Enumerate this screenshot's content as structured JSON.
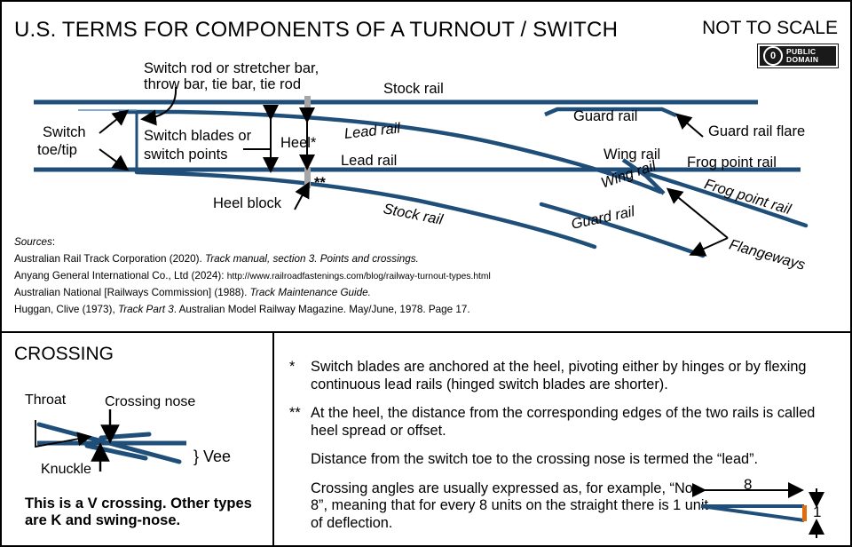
{
  "header": {
    "title": "U.S. TERMS FOR COMPONENTS OF A TURNOUT / SWITCH",
    "not_to_scale": "NOT TO SCALE",
    "badge": {
      "mark": "0",
      "line1": "PUBLIC",
      "line2": "DOMAIN"
    }
  },
  "colors": {
    "rail": "#1F4E79",
    "rail_light": "#2E6CA4",
    "heel_block": "#A6A6A6",
    "deflection_mark": "#E06C12",
    "border": "#000000"
  },
  "diagram_labels": {
    "switch_rod": "Switch rod or stretcher bar,",
    "switch_rod2": "throw bar, tie bar, tie rod",
    "stock_rail_top": "Stock rail",
    "switch_toe": "Switch",
    "switch_toe2": "toe/tip",
    "switch_blades": "Switch blades or",
    "switch_blades2": "switch points",
    "heel": "Heel*",
    "lead_rail_upper": "Lead rail",
    "lead_rail_lower": "Lead rail",
    "double_star": "**",
    "heel_block": "Heel block",
    "stock_rail_diverging": "Stock rail",
    "guard_rail_top": "Guard rail",
    "guard_rail_flare": "Guard rail flare",
    "wing_rail_upper": "Wing rail",
    "wing_rail_lower": "Wing rail",
    "frog_point_rail_straight": "Frog point rail",
    "frog_point_rail_diverging": "Frog point rail",
    "guard_rail_bottom": "Guard rail",
    "flangeways": "Flangeways"
  },
  "sources": {
    "heading": "Sources",
    "entries": [
      {
        "pre": "Australian Rail Track Corporation (2020). ",
        "it": "Track manual, section 3. Points and crossings.",
        "post": ""
      },
      {
        "pre": "Anyang General International Co., Ltd (2024): ",
        "url": "http://www.railroadfastenings.com/blog/railway-turnout-types.html",
        "post": ""
      },
      {
        "pre": "Australian National [Railways Commission] (1988). ",
        "it": "Track Maintenance Guide.",
        "post": ""
      },
      {
        "pre": "Huggan, Clive (1973), ",
        "it": "Track Part 3",
        "post": ". Australian Model Railway Magazine. May/June, 1978. Page 17."
      }
    ]
  },
  "crossing_panel": {
    "title": "CROSSING",
    "throat": "Throat",
    "crossing_nose": "Crossing nose",
    "knuckle": "Knuckle",
    "vee": "} Vee",
    "caption": "This is a V crossing. Other types are K and swing-nose."
  },
  "notes_panel": {
    "note1_marker": "*",
    "note1": "Switch blades are anchored at the heel, pivoting either by hinges or by flexing continuous lead rails (hinged switch blades are shorter).",
    "note2_marker": "**",
    "note2": "At the heel, the distance from the corresponding edges of the two rails is called heel spread or offset.",
    "note3": "Distance from the switch toe to the crossing nose is termed the “lead”.",
    "note4": "Crossing angles are usually expressed as, for example, “No. 8”, meaning that for every 8 units on the straight there is 1 unit of deflection.",
    "angle_run": "8",
    "angle_rise": "1"
  }
}
